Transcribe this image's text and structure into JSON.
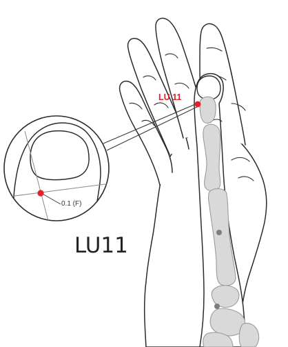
{
  "point": {
    "code": "LU11",
    "label_on_finger": "LU 11",
    "measurement": "0.1 (F)"
  },
  "colors": {
    "point_marker": "#e4202a",
    "point_label": "#e4202a",
    "bone_fill": "#d9d9d9",
    "bone_stroke": "#9a9a9a",
    "outline": "#2a2a2a",
    "joint_dot": "#7d7d7d"
  }
}
